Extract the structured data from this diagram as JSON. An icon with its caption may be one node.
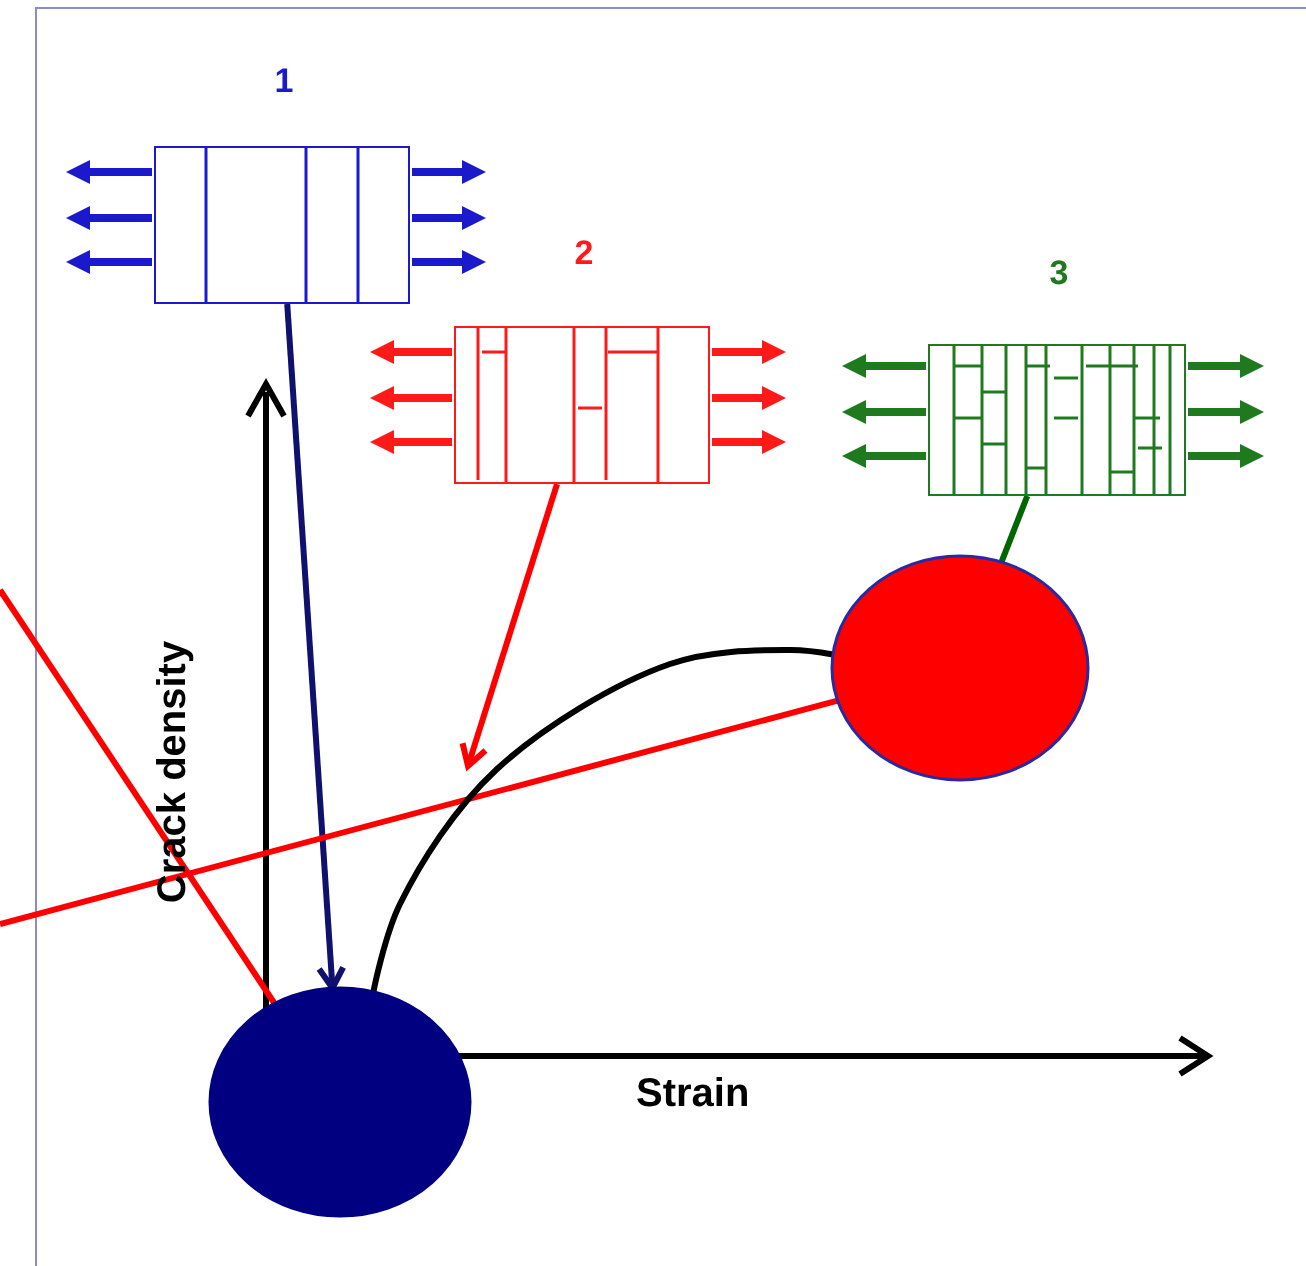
{
  "diagram": {
    "nodes": [
      {
        "text": [
          "1"
        ]
      },
      {
        "text": [
          "2"
        ]
      },
      {
        "text": [
          "3"
        ]
      },
      {
        "text": [],
        "shape": "circle"
      },
      {
        "text": [],
        "shape": "circle"
      }
    ],
    "edges": [
      {
        "from": 0,
        "to": 3,
        "arrow": "to",
        "color": "#10106e"
      },
      {
        "from": 1,
        "to": null,
        "arrow": "to",
        "color": "#ff0000"
      },
      {
        "from": 2,
        "to": 4,
        "arrow": "none",
        "color": "#006600"
      },
      {
        "from": null,
        "to": 3,
        "arrow": "none",
        "color": "#ff0000"
      },
      {
        "from": null,
        "to": 4,
        "arrow": "none",
        "color": "#ff0000"
      },
      {
        "from": 3,
        "to": 4,
        "arrow": "none",
        "color": "#000000"
      }
    ],
    "labels": [
      "Crack density",
      "Strain"
    ]
  }
}
